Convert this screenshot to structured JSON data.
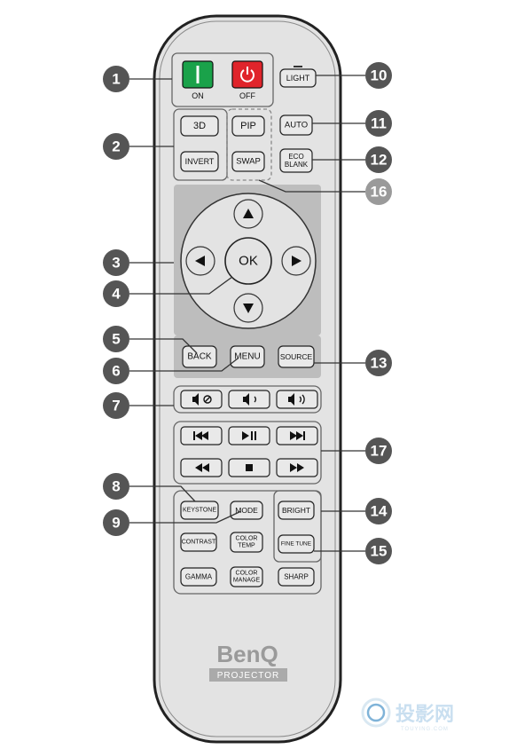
{
  "colors": {
    "body": "#e3e3e3",
    "outline": "#222222",
    "dpad_panel": "#bdbdbd",
    "on_button": "#1aa24a",
    "off_button": "#e0242b",
    "callout": "#555555",
    "brand": "#9a9a9a"
  },
  "power": {
    "on_label": "ON",
    "off_label": "OFF",
    "on_icon": "power-on-bar-icon",
    "off_icon": "power-off-icon"
  },
  "buttons": {
    "light": "LIGHT",
    "threed": "3D",
    "invert": "INVERT",
    "pip": "PIP",
    "swap": "SWAP",
    "auto": "AUTO",
    "eco": "ECO",
    "blank": "BLANK",
    "ok": "OK",
    "back": "BACK",
    "menu": "MENU",
    "source": "SOURCE",
    "keystone": "KEYSTONE",
    "mode": "MODE",
    "bright": "BRIGHT",
    "contrast": "CONTRAST",
    "color": "COLOR",
    "temp": "TEMP",
    "fine_tune": "FINE TUNE",
    "gamma": "GAMMA",
    "manage": "MANAGE",
    "sharp": "SHARP"
  },
  "callouts": [
    "1",
    "2",
    "3",
    "4",
    "5",
    "6",
    "7",
    "8",
    "9",
    "10",
    "11",
    "12",
    "13",
    "14",
    "15",
    "16",
    "17"
  ],
  "brand": {
    "name": "BenQ",
    "sub": "PROJECTOR"
  },
  "watermark": {
    "text": "投影网",
    "sub": "TOUYING.COM"
  }
}
